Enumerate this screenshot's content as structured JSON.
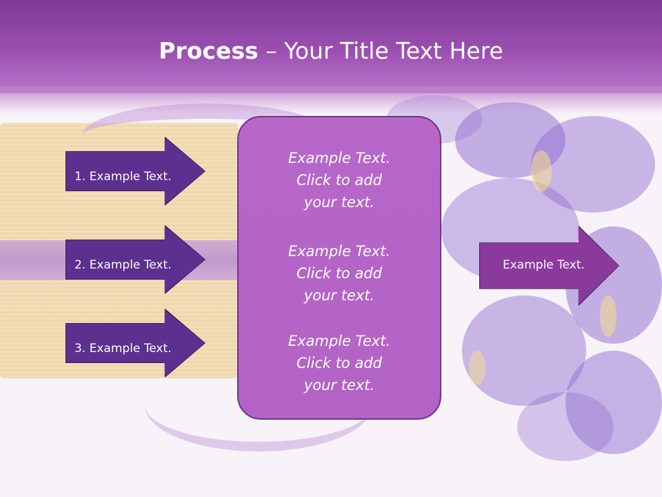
{
  "slide": {
    "title_bold": "Process",
    "title_rest": " – Your Title Text Here"
  },
  "steps": [
    {
      "label": "1. Example Text."
    },
    {
      "label": "2. Example Text."
    },
    {
      "label": "3. Example Text."
    }
  ],
  "panel": {
    "blocks": [
      {
        "line1": "Example Text.",
        "line2": "Click  to add",
        "line3": "your text."
      },
      {
        "line1": "Example Text.",
        "line2": "Click  to add",
        "line3": "your text."
      },
      {
        "line1": "Example Text.",
        "line2": "Click  to add",
        "line3": "your text."
      }
    ]
  },
  "result": {
    "label": "Example Text."
  },
  "colors": {
    "header": "#9c4fb2",
    "arrow_fill": "#5d2f8e",
    "result_arrow_fill": "#8a3a9c",
    "panel_fill": "#b462c6"
  }
}
